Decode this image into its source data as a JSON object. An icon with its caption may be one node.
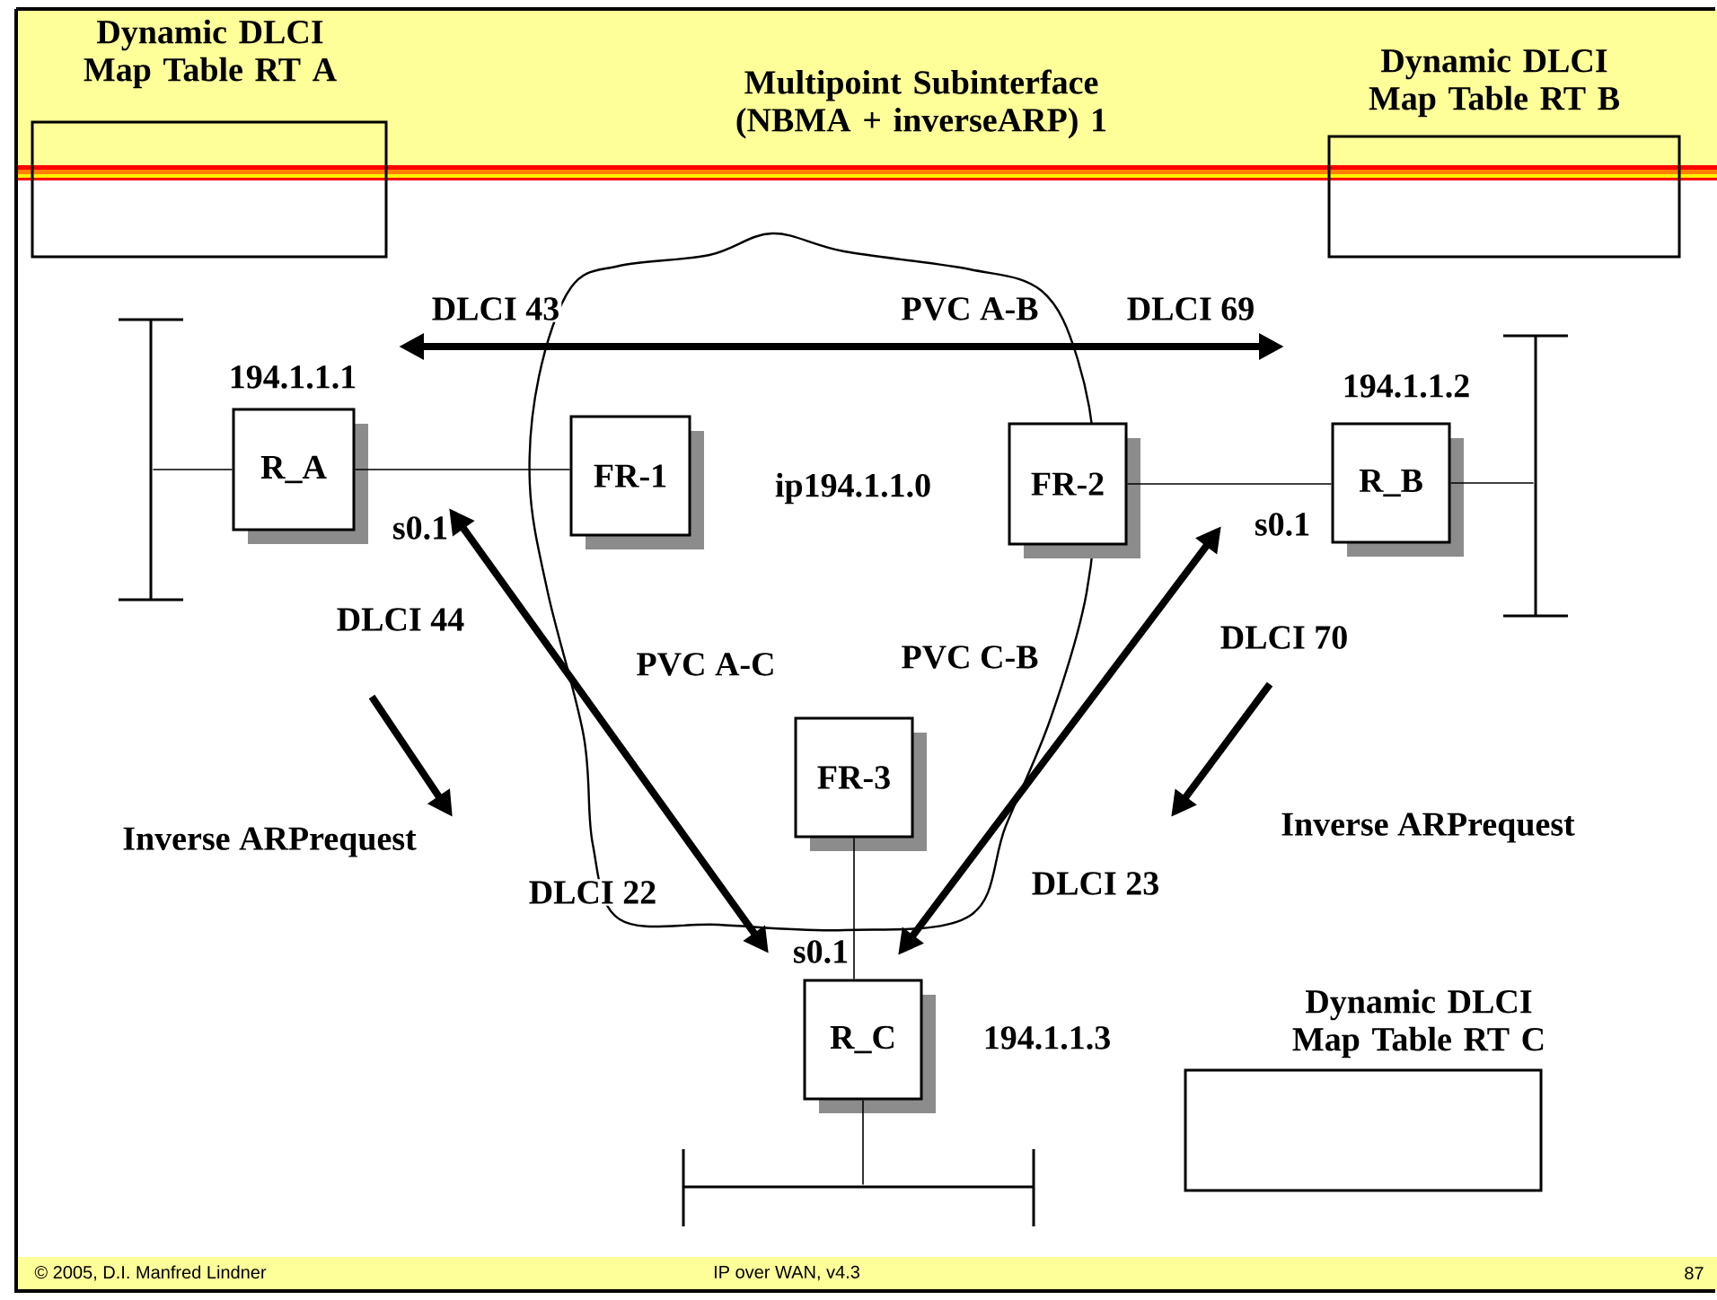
{
  "diagram": {
    "title": "Multipoint Subinterface (NBMA + inverseARP) 1",
    "nodes": [
      {
        "text": [
          "Dynamic DLCI Map Table RT A"
        ]
      },
      {
        "text": [
          "Dynamic DLCI Map Table RT B"
        ]
      },
      {
        "text": [
          "ip194.1.1.0"
        ]
      },
      {
        "text": [
          "R_A"
        ],
        "beside": [
          "194.1.1.1",
          "s0.1"
        ]
      },
      {
        "text": [
          "FR-1"
        ],
        "in": 2
      },
      {
        "text": [
          "FR-2"
        ],
        "in": 2
      },
      {
        "text": [
          "R_B"
        ],
        "beside": [
          "194.1.1.2",
          "s0.1"
        ]
      },
      {
        "text": [
          "FR-3"
        ],
        "in": 2
      },
      {
        "text": [
          "R_C"
        ],
        "beside": [
          "s0.1",
          "194.1.1.3"
        ]
      },
      {
        "text": [
          "Dynamic DLCI Map Table RT C"
        ]
      },
      {
        "text": [],
        "shape": "bar"
      },
      {
        "text": [],
        "shape": "bar"
      },
      {
        "text": [],
        "shape": "bar"
      }
    ],
    "edges": [
      {
        "from": 3,
        "to": 6,
        "arrow": "both",
        "label": "PVC A-B",
        "style": "thick"
      },
      {
        "from": 3,
        "to": 8,
        "arrow": "both",
        "label": "PVC A-C",
        "style": "thick"
      },
      {
        "from": 8,
        "to": 6,
        "arrow": "both",
        "label": "PVC C-B",
        "style": "thick"
      },
      {
        "from": 3,
        "to": 4,
        "arrow": "none"
      },
      {
        "from": 5,
        "to": 6,
        "arrow": "none"
      },
      {
        "from": 7,
        "to": 8,
        "arrow": "none"
      },
      {
        "from": 10,
        "to": 3,
        "arrow": "none"
      },
      {
        "from": 6,
        "to": 11,
        "arrow": "none"
      },
      {
        "from": 8,
        "to": 12,
        "arrow": "none"
      }
    ],
    "labels": [
      "DLCI 43",
      "DLCI 69",
      "DLCI 44",
      "DLCI 70",
      "Inverse ARPrequest",
      "Inverse ARPrequest",
      "DLCI 22",
      "DLCI 23",
      "© 2005, D.I. Manfred Lindner",
      "IP over WAN, v4.3",
      "87"
    ]
  }
}
